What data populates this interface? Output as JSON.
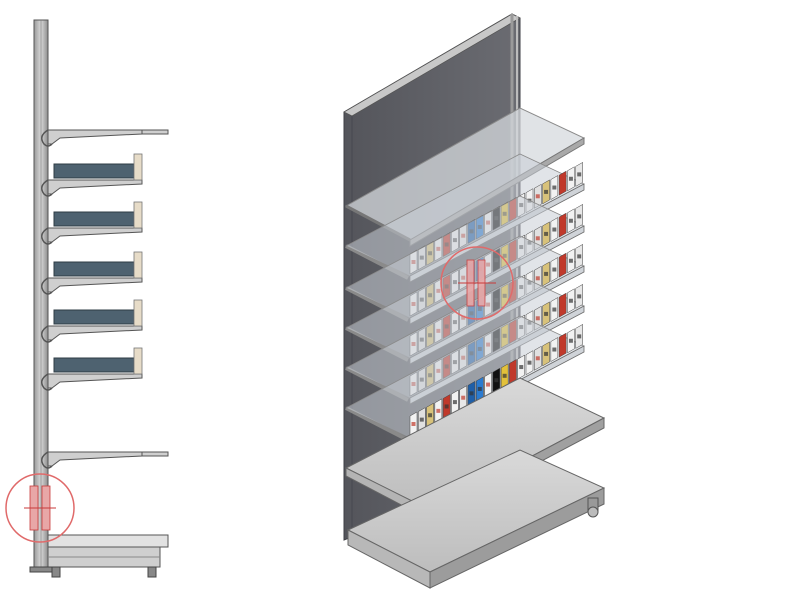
{
  "colors": {
    "background": "#ffffff",
    "metal_light": "#d2d2d2",
    "metal_mid": "#a9a9a9",
    "metal_dark": "#6f6f6f",
    "back_panel": "#5f6066",
    "back_panel_light": "#8a8b90",
    "slate_shelf": "#4e6270",
    "detail_circle": "#e06a6a",
    "detail_fill": "#e8a7a7",
    "bracket_red": "#c93a3a",
    "glass": "#c9ced6"
  },
  "side_view": {
    "shelf_types": [
      "plain-bracket",
      "tray",
      "tray",
      "tray",
      "tray",
      "tray",
      "plain-bracket",
      "base-deck"
    ]
  },
  "iso_view": {
    "pack_palette": [
      "#f2f2f2",
      "#e0e0e0",
      "#d8c27a",
      "#f2f2f2",
      "#c0392b",
      "#f2f2f2",
      "#e8e8e8",
      "#1f5fa8",
      "#2b7bd0",
      "#f2f2f2",
      "#111111",
      "#e3c13a",
      "#c0392b",
      "#f2f2f2"
    ],
    "pack_rows": 5
  }
}
